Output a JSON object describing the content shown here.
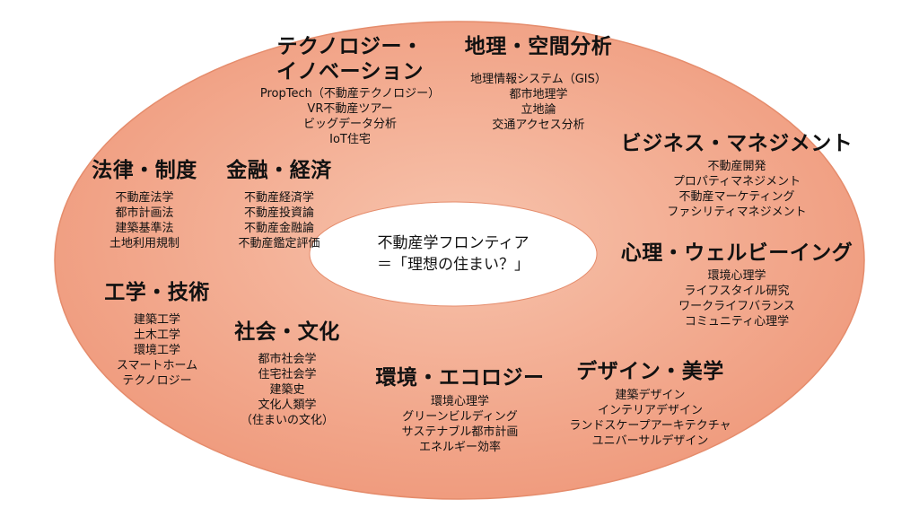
{
  "colors": {
    "outer_fill_light": "#f7c3ac",
    "outer_fill_dark": "#ef987a",
    "outer_stroke": "#e58c6c",
    "inner_fill": "#ffffff"
  },
  "center": {
    "line1": "不動産学フロンティア",
    "line2": "＝「理想の住まい？」"
  },
  "groups": [
    {
      "id": "tech",
      "heading": [
        "テクノロジー・",
        "イノベーション"
      ],
      "items": [
        "PropTech（不動産テクノロジー）",
        "VR不動産ツアー",
        "ビッグデータ分析",
        "IoT住宅"
      ]
    },
    {
      "id": "geo",
      "heading": [
        "地理・空間分析"
      ],
      "items": [
        "地理情報システム（GIS）",
        "都市地理学",
        "立地論",
        "交通アクセス分析"
      ]
    },
    {
      "id": "biz",
      "heading": [
        "ビジネス・マネジメント"
      ],
      "items": [
        "不動産開発",
        "プロパティマネジメント",
        "不動産マーケティング",
        "ファシリティマネジメント"
      ]
    },
    {
      "id": "law",
      "heading": [
        "法律・制度"
      ],
      "items": [
        "不動産法学",
        "都市計画法",
        "建築基準法",
        "土地利用規制"
      ]
    },
    {
      "id": "finance",
      "heading": [
        "金融・経済"
      ],
      "items": [
        "不動産経済学",
        "不動産投資論",
        "不動産金融論",
        "不動産鑑定評価"
      ]
    },
    {
      "id": "psych",
      "heading": [
        "心理・ウェルビーイング"
      ],
      "items": [
        "環境心理学",
        "ライフスタイル研究",
        "ワークライフバランス",
        "コミュニティ心理学"
      ]
    },
    {
      "id": "eng",
      "heading": [
        "工学・技術"
      ],
      "items": [
        "建築工学",
        "土木工学",
        "環境工学",
        "スマートホーム",
        "テクノロジー"
      ]
    },
    {
      "id": "social",
      "heading": [
        "社会・文化"
      ],
      "items": [
        "都市社会学",
        "住宅社会学",
        "建築史",
        "文化人類学",
        "（住まいの文化）"
      ]
    },
    {
      "id": "eco",
      "heading": [
        "環境・エコロジー"
      ],
      "items": [
        "環境心理学",
        "グリーンビルディング",
        "サステナブル都市計画",
        "エネルギー効率"
      ]
    },
    {
      "id": "design",
      "heading": [
        "デザイン・美学"
      ],
      "items": [
        "建築デザイン",
        "インテリアデザイン",
        "ランドスケープアーキテクチャ",
        "ユニバーサルデザイン"
      ]
    }
  ]
}
